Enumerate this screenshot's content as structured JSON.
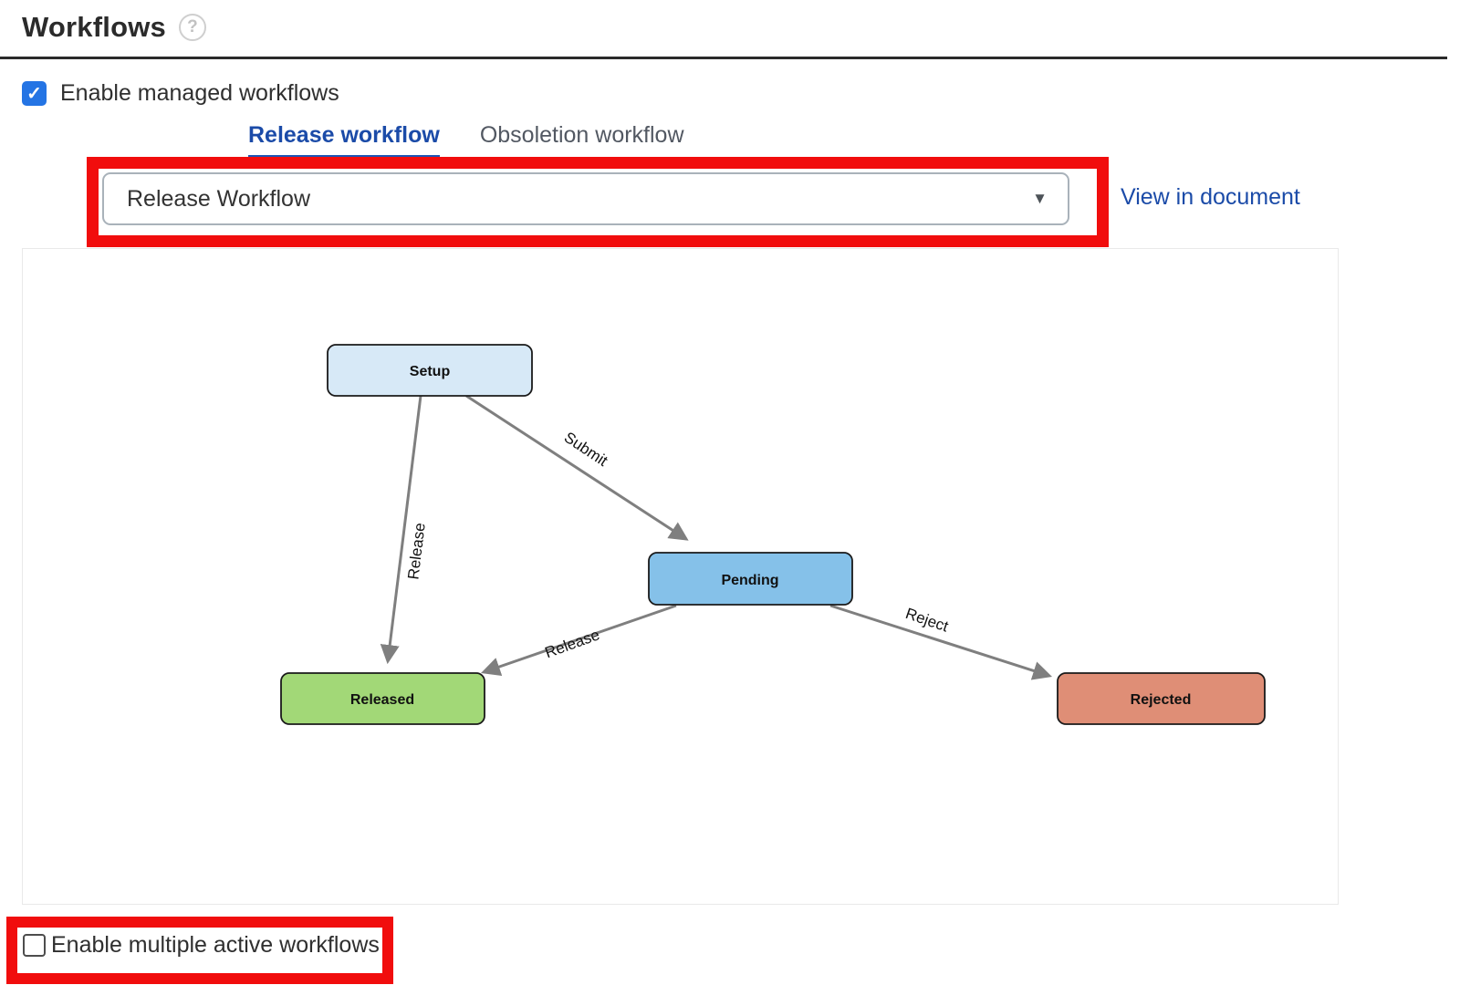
{
  "page": {
    "title": "Workflows",
    "help_icon": "?"
  },
  "managed_checkbox": {
    "label": "Enable managed workflows",
    "checked": true,
    "checkmark": "✓"
  },
  "tabs": [
    {
      "label": "Release workflow",
      "active": true
    },
    {
      "label": "Obsoletion workflow",
      "active": false
    }
  ],
  "workflow_select": {
    "value": "Release Workflow",
    "caret": "▼"
  },
  "view_link": {
    "label": "View in document"
  },
  "diagram": {
    "nodes": [
      {
        "id": "setup",
        "label": "Setup",
        "fill": "#d7e9f7"
      },
      {
        "id": "pending",
        "label": "Pending",
        "fill": "#85c1e9"
      },
      {
        "id": "released",
        "label": "Released",
        "fill": "#a2d877"
      },
      {
        "id": "rejected",
        "label": "Rejected",
        "fill": "#df8e76"
      }
    ],
    "edges": [
      {
        "from": "Setup",
        "to": "Pending",
        "label": "Submit"
      },
      {
        "from": "Setup",
        "to": "Released",
        "label": "Release"
      },
      {
        "from": "Pending",
        "to": "Released",
        "label": "Release"
      },
      {
        "from": "Pending",
        "to": "Rejected",
        "label": "Reject"
      }
    ]
  },
  "multiple_checkbox": {
    "label": "Enable multiple active workflows",
    "checked": false
  },
  "colors": {
    "annotation_red": "#f10d0d",
    "accent_blue": "#1b4ba8",
    "checkbox_blue": "#2474e4",
    "arrow_gray": "#7f7f7f"
  }
}
